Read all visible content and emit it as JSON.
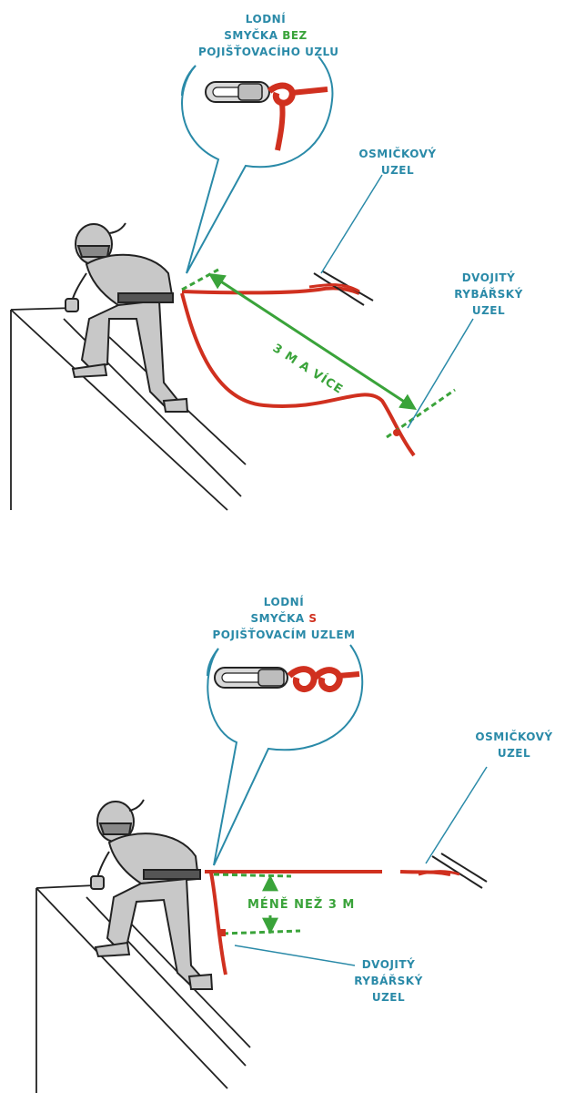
{
  "panel_top": {
    "callout": {
      "line1": "LODNÍ",
      "line2_prefix": "SMYČKA ",
      "line2_highlight": "BEZ",
      "line3": "POJIŠŤOVACÍHO UZLU",
      "highlight_color": "#3aa33a"
    },
    "figure8_label": [
      "OSMIČKOVÝ",
      "UZEL"
    ],
    "fisherman_label": [
      "DVOJITÝ",
      "RYBÁŘSKÝ",
      "UZEL"
    ],
    "distance_label": "3 M A VÍCE"
  },
  "panel_bottom": {
    "callout": {
      "line1": "LODNÍ",
      "line2_prefix": "SMYČKA ",
      "line2_highlight": "S",
      "line3": "POJIŠŤOVACÍM UZLEM",
      "highlight_color": "#d0301f"
    },
    "figure8_label": [
      "OSMIČKOVÝ",
      "UZEL"
    ],
    "fisherman_label": [
      "DVOJITÝ",
      "RYBÁŘSKÝ",
      "UZEL"
    ],
    "distance_label": "MÉNĚ NEŽ 3 M"
  },
  "colors": {
    "label_blue": "#2a8aa8",
    "rope_red": "#d0301f",
    "measure_green": "#3aa33a",
    "person_gray": "#c8c8c8"
  }
}
